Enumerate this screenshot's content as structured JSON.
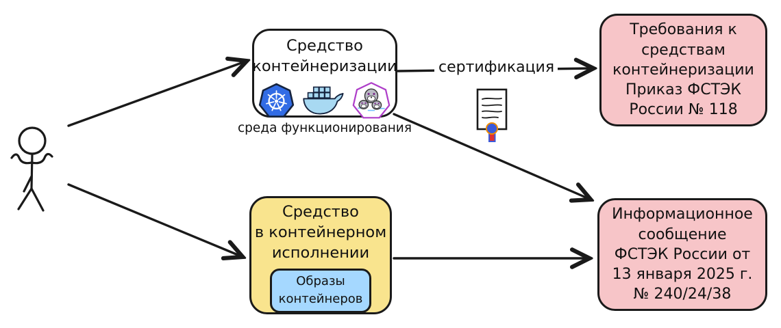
{
  "diagram_title": "Container security certification diagram (FSTEC Russia)",
  "colors": {
    "ink": "#1a1a1a",
    "node_pink": "#f7c5c8",
    "node_yellow": "#f9e48e",
    "node_white": "#ffffff",
    "inner_blue": "#a5d8ff",
    "kubernetes_blue": "#326ce5",
    "docker_blue": "#a8d9f2",
    "podman_purple": "#ae3ec9",
    "seal_gray": "#b9bac4",
    "ribbon_red": "#e03131",
    "ribbon_blue": "#3b5bdb"
  },
  "actor": {
    "icon": "stick-figure-person-icon"
  },
  "nodes": {
    "containerization_tool": {
      "title_line1": "Средство",
      "title_line2": "контейнеризации",
      "caption": "среда функционирования",
      "icons": [
        "kubernetes-icon",
        "docker-icon",
        "podman-icon"
      ]
    },
    "container_packaged_tool": {
      "title_line1": "Средство",
      "title_line2": "в контейнерном",
      "title_line3": "исполнении",
      "inner_box": {
        "line1": "Образы",
        "line2": "контейнеров"
      }
    },
    "fstec_requirements": {
      "line1": "Требования к",
      "line2": "средствам",
      "line3": "контейнеризации",
      "line4": "Приказ ФСТЭК",
      "line5": "России № 118"
    },
    "fstec_info_message": {
      "line1": "Информационное",
      "line2": "сообщение",
      "line3": "ФСТЭК России от",
      "line4": "13 января 2025 г.",
      "line5": "№ 240/24/38"
    }
  },
  "edges": {
    "certification_label": "сертификация",
    "certificate_icon": "certificate-document-icon"
  }
}
